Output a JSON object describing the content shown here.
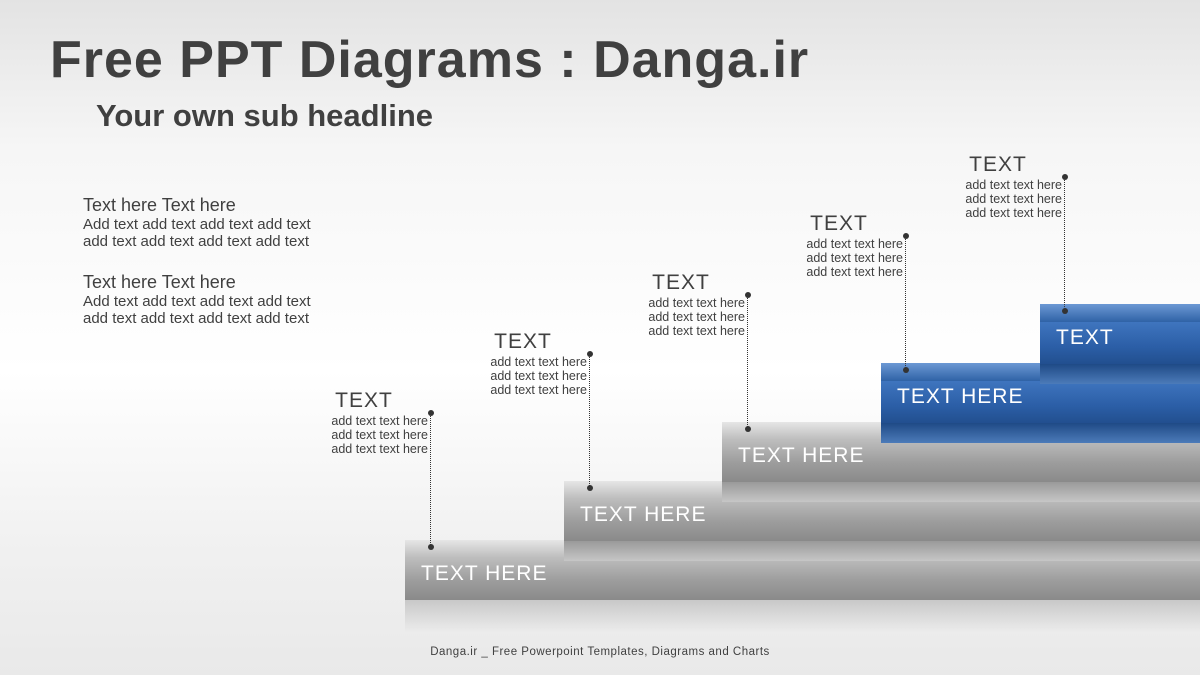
{
  "title": "Free PPT Diagrams : Danga.ir",
  "subtitle": "Your own sub headline",
  "text_blocks": [
    {
      "heading": "Text here Text here",
      "line1": "Add text add text add text add text",
      "line2": "add text add text add text add text"
    },
    {
      "heading": "Text here Text here",
      "line1": "Add text add text add text add text",
      "line2": "add text add text add text add text"
    }
  ],
  "steps": [
    {
      "label": "TEXT HERE",
      "level": 1
    },
    {
      "label": "TEXT HERE",
      "level": 2
    },
    {
      "label": "TEXT HERE",
      "level": 3
    },
    {
      "label": "TEXT HERE",
      "level": 4
    },
    {
      "label": "TEXT",
      "level": 5
    }
  ],
  "callouts": [
    {
      "heading": "TEXT",
      "lines": [
        "add text text here",
        "add text text here",
        "add text text here"
      ]
    },
    {
      "heading": "TEXT",
      "lines": [
        "add text text here",
        "add text text here",
        "add text text here"
      ]
    },
    {
      "heading": "TEXT",
      "lines": [
        "add text text here",
        "add text text here",
        "add text text here"
      ]
    },
    {
      "heading": "TEXT",
      "lines": [
        "add text text here",
        "add text text here",
        "add text text here"
      ]
    },
    {
      "heading": "TEXT",
      "lines": [
        "add text text here",
        "add text text here",
        "add text text here"
      ]
    }
  ],
  "colors": {
    "gray_step": "#9e9e9e",
    "blue_step": "#2f62a6",
    "text": "#404040"
  },
  "footer": "Danga.ir _ Free Powerpoint Templates, Diagrams and Charts"
}
